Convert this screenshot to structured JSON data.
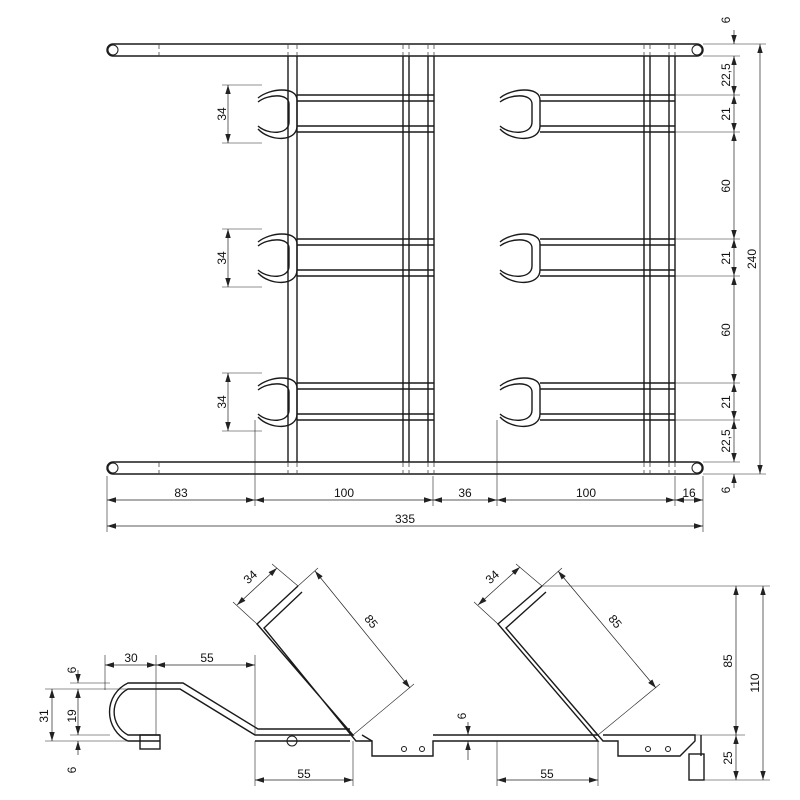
{
  "drawing": {
    "top_view": {
      "hook_pitch_labels": [
        "34",
        "34",
        "34"
      ],
      "horizontal_dims": [
        "83",
        "100",
        "36",
        "100",
        "16"
      ],
      "overall_width": "335",
      "vertical_dims": [
        "6",
        "22,5",
        "21",
        "60",
        "21",
        "60",
        "21",
        "22,5",
        "6"
      ],
      "overall_height": "240"
    },
    "side_view": {
      "hook_depth_labels": [
        "34",
        "34"
      ],
      "hook_length_labels": [
        "85",
        "85"
      ],
      "loop_dims": {
        "length": "30",
        "offset": "55",
        "height_total": "31",
        "height_inner": "19",
        "wire_top": "6",
        "wire_bottom": "6"
      },
      "base_dims": [
        "55",
        "55"
      ],
      "riser_label": "6",
      "right_dims": {
        "upper": "85",
        "lower": "25",
        "total": "110"
      }
    }
  }
}
